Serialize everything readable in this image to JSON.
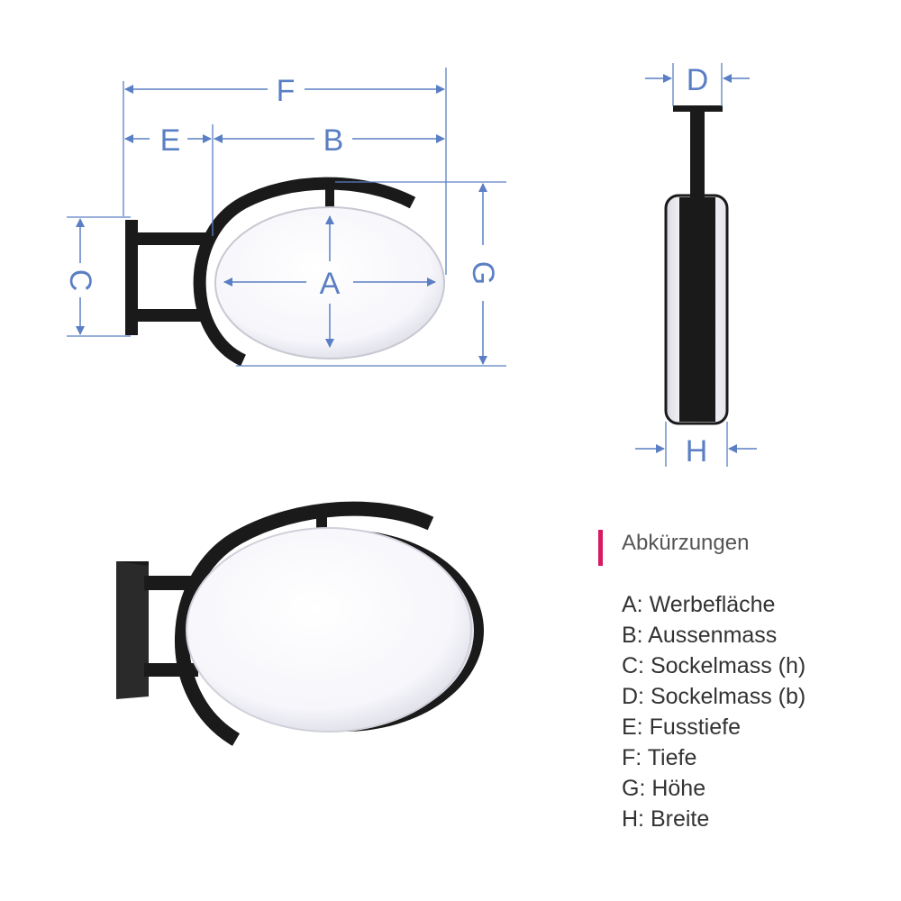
{
  "colors": {
    "dimension": "#5b7fc4",
    "frame": "#1a1a1a",
    "accent": "#d81b60",
    "legend_text": "#333333"
  },
  "dimension_labels": {
    "A": "A",
    "B": "B",
    "C": "C",
    "D": "D",
    "E": "E",
    "F": "F",
    "G": "G",
    "H": "H"
  },
  "legend": {
    "title": "Abkürzungen",
    "items": [
      "A: Werbefläche",
      "B: Aussenmass",
      "C: Sockelmass (h)",
      "D: Sockelmass (b)",
      "E: Fusstiefe",
      "F: Tiefe",
      "G:  Höhe",
      "H: Breite"
    ]
  }
}
